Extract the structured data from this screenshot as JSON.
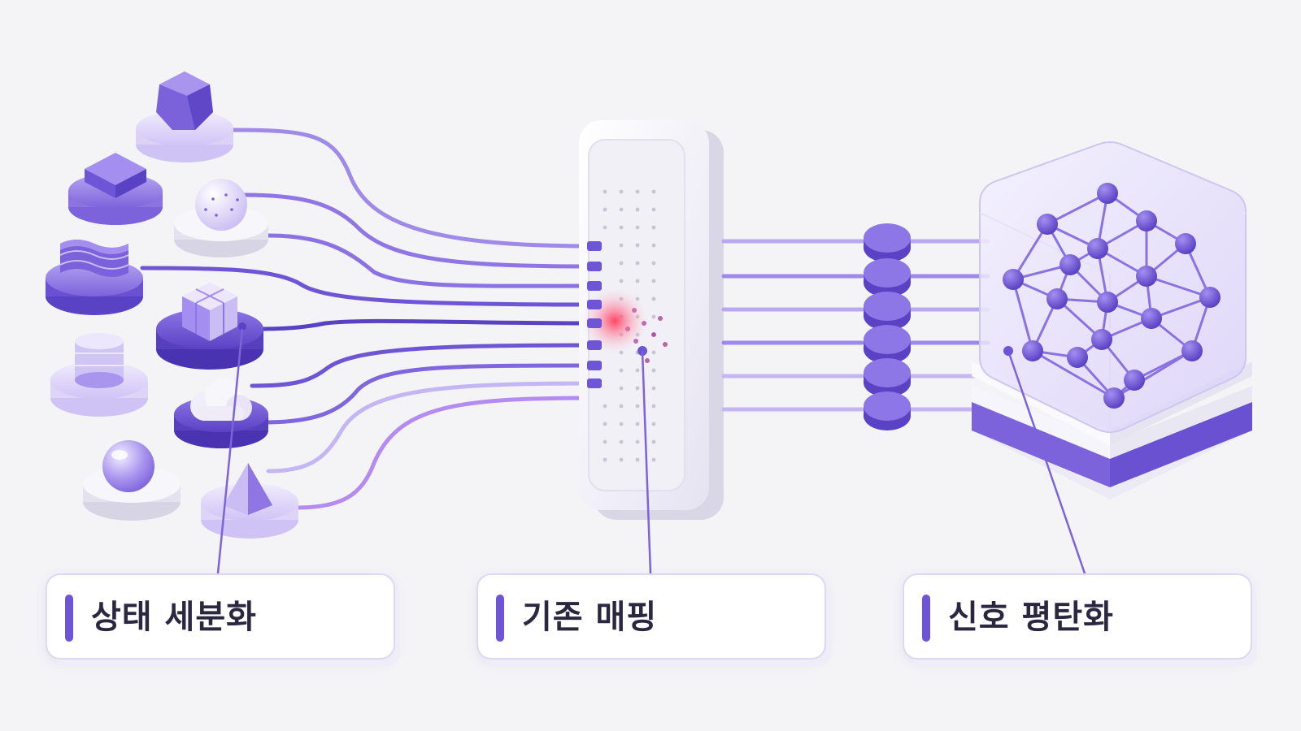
{
  "labels": {
    "stage1": "상태 세분화",
    "stage2": "기존 매핑",
    "stage3": "신호 평탄화"
  },
  "colors": {
    "accent": "#6e55d6",
    "accent_light": "#b9a8f0",
    "accent_pale": "#e3dcfb",
    "hotspot": "#ff4d6d",
    "text": "#2b2740"
  },
  "icons": [
    "icosahedron-icon",
    "stacked-square-icon",
    "dotted-sphere-icon",
    "wavy-layers-icon",
    "cube-cluster-icon",
    "glass-cylinder-icon",
    "cloud-icon",
    "glass-sphere-icon",
    "pyramid-icon",
    "perforated-panel-icon",
    "disc-stack-icon",
    "network-cube-icon"
  ]
}
